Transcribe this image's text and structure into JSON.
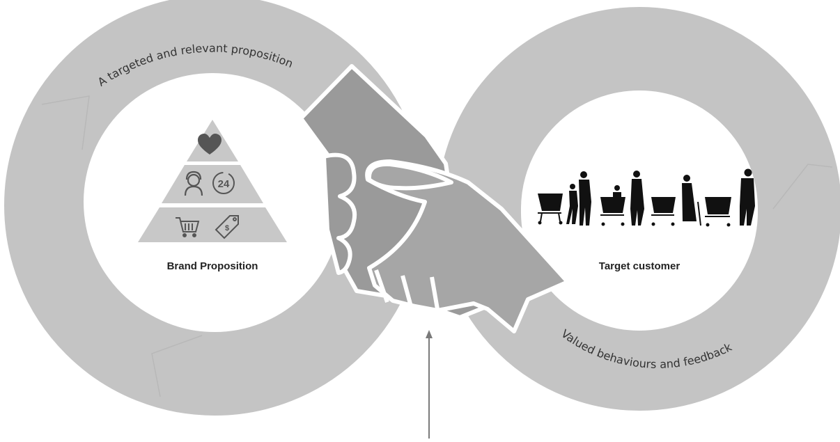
{
  "labels": {
    "left_node": "Brand Proposition",
    "right_node": "Target customer",
    "top_arc": "A targeted and relevant proposition",
    "bottom_arc": "Valued behaviours and feedback"
  },
  "pyramid": {
    "tiers": [
      {
        "icons": [
          "heart-icon"
        ]
      },
      {
        "icons": [
          "customer-service-icon",
          "24-hour-icon"
        ]
      },
      {
        "icons": [
          "shopping-cart-icon",
          "price-tag-icon"
        ]
      }
    ]
  },
  "colors": {
    "loop": "#c4c4c4",
    "hand_back": "#9a9a9a",
    "hand_front": "#a6a6a6",
    "pyramid": "#c8c8c8",
    "icon": "#555555",
    "arrow": "#7a7a7a",
    "silhouette": "#111111"
  }
}
